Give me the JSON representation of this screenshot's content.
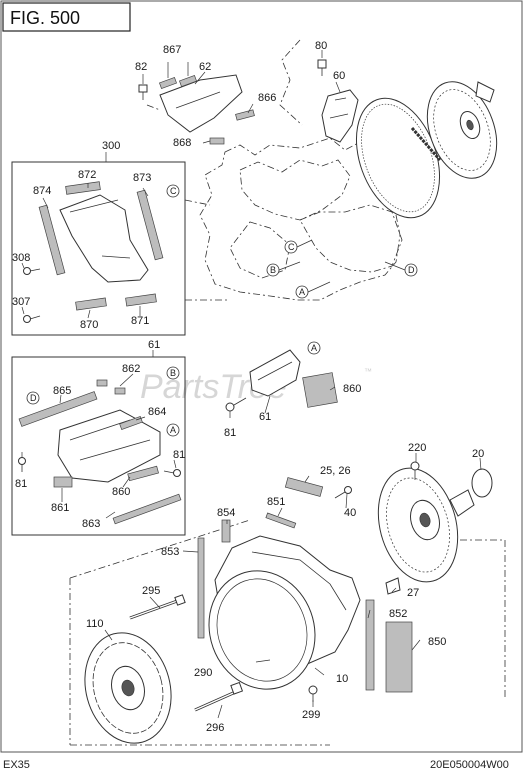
{
  "figure": {
    "title": "FIG. 500"
  },
  "footer": {
    "model": "EX35",
    "code": "20E050004W00"
  },
  "watermark": "PartsTree",
  "group_labels": {
    "g300": "300",
    "g61": "61"
  },
  "part_labels": {
    "p82": "82",
    "p867": "867",
    "p62": "62",
    "p866": "866",
    "p868": "868",
    "p80": "80",
    "p60": "60",
    "p872": "872",
    "p873": "873",
    "p874": "874",
    "p308": "308",
    "p307": "307",
    "p870": "870",
    "p871": "871",
    "p862": "862",
    "p865": "865",
    "p864": "864",
    "p81a": "81",
    "p81b": "81",
    "p860a": "860",
    "p861": "861",
    "p863": "863",
    "p860b": "860",
    "p81c": "81",
    "p61b": "61",
    "p220": "220",
    "p20": "20",
    "p2526": "25, 26",
    "p851": "851",
    "p40": "40",
    "p854": "854",
    "p853": "853",
    "p27": "27",
    "p295": "295",
    "p852": "852",
    "p850": "850",
    "p110": "110",
    "p290": "290",
    "p10": "10",
    "p296": "296",
    "p299": "299"
  },
  "markers": {
    "A": "A",
    "B": "B",
    "C": "C",
    "D": "D"
  }
}
